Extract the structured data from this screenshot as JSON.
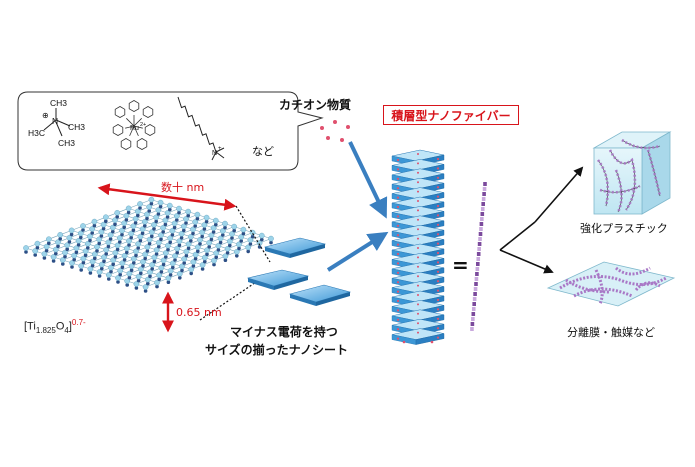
{
  "bubble": {
    "cation_label": "カチオン物質",
    "etc_label": "など",
    "molecule1": {
      "atoms": [
        "CH3",
        "N",
        "CH3",
        "H3C",
        "CH3"
      ],
      "charge": "⊕"
    },
    "molecule2": {
      "center": "Ru",
      "charge": "2+"
    },
    "molecule3": {
      "atom": "N",
      "charge": "+"
    }
  },
  "sheet": {
    "width_label": "数十 nm",
    "thickness_label": "0.65 nm",
    "formula_base": "[Ti",
    "formula_sub1": "1.825",
    "formula_o": "O",
    "formula_sub2": "4",
    "formula_close": "]",
    "formula_charge": "0.7-"
  },
  "nanosheets": {
    "caption_line1": "マイナス電荷を持つ",
    "caption_line2": "サイズの揃ったナノシート"
  },
  "fiber": {
    "title": "積層型ナノファイバー",
    "equals": "="
  },
  "applications": {
    "plastic_label": "強化プラスチック",
    "membrane_label": "分離膜・触媒など"
  },
  "colors": {
    "accent_red": "#d8141b",
    "sheet_blue": "#4aa3df",
    "arrow_blue": "#3a7fc0",
    "fiber_purple": "#8a5aa8"
  }
}
